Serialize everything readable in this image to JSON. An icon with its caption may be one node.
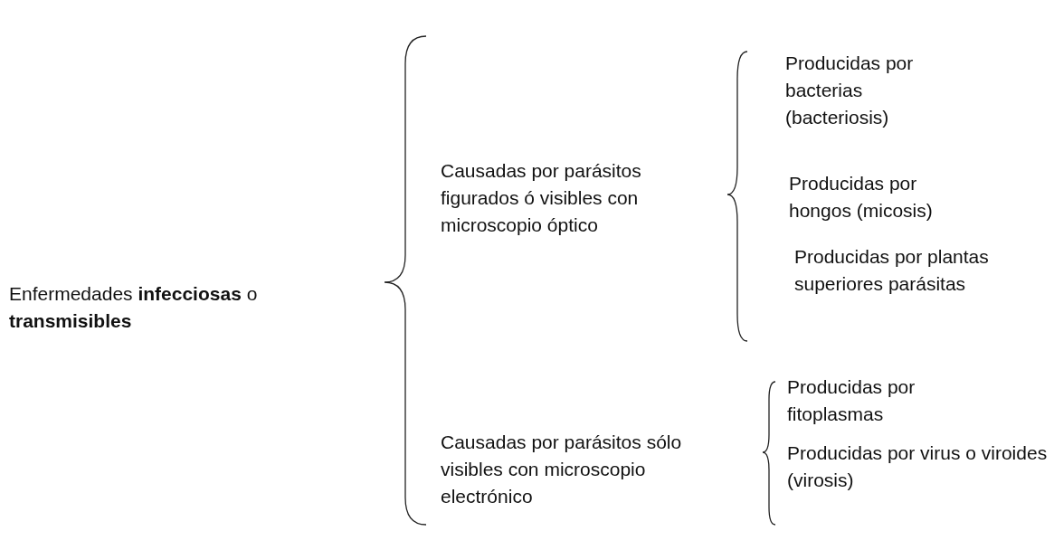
{
  "diagram": {
    "nodes": [
      {
        "text": [
          "Enfermedades **infecciosas** o **transmisibles**"
        ]
      },
      {
        "text": [
          "Causadas por parásitos figurados ó visibles con microscopio óptico"
        ]
      },
      {
        "text": [
          "Causadas por parásitos sólo visibles con microscopio electrónico"
        ]
      },
      {
        "text": [
          "Producidas por bacterias (bacteriosis)"
        ]
      },
      {
        "text": [
          "Producidas por hongos (micosis)"
        ]
      },
      {
        "text": [
          "Producidas por plantas superiores parásitas"
        ]
      },
      {
        "text": [
          "Producidas por fitoplasmas"
        ]
      },
      {
        "text": [
          "Producidas por virus o viroides (virosis)"
        ]
      }
    ]
  }
}
